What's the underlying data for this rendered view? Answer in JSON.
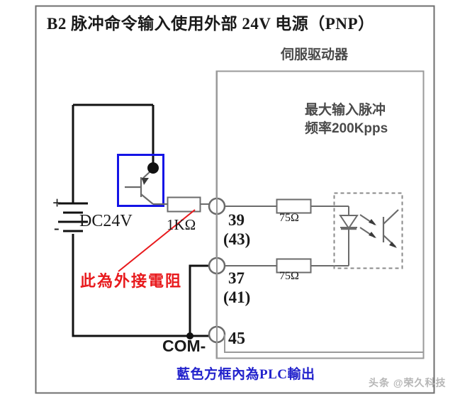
{
  "diagram": {
    "title": "B2  脉冲命令输入使用外部 24V 电源（PNP）",
    "servo_drive_label": "伺服驱动器",
    "max_pulse_line1": "最大输入脉冲",
    "max_pulse_line2": "频率200Kpps",
    "note_red": "此為外接電阻",
    "note_blue": "藍色方框內為PLC輸出",
    "watermark": "头条 @荣久科技"
  },
  "power_supply": {
    "label": "DC24V",
    "plus": "+",
    "minus": "-"
  },
  "resistors": {
    "external": "1KΩ",
    "internal_top": "75Ω",
    "internal_bottom": "75Ω"
  },
  "terminals": [
    {
      "number": "39",
      "alt": "(43)",
      "name": ""
    },
    {
      "number": "37",
      "alt": "(41)",
      "name": ""
    },
    {
      "number": "45",
      "alt": "",
      "name": "COM-"
    }
  ],
  "terminal_labels": {
    "t39": "39",
    "t43": "(43)",
    "t37": "37",
    "t41": "(41)",
    "t45": "45",
    "com": "COM-"
  },
  "colors": {
    "wire": "#111111",
    "internal_wire": "#7b7b7b",
    "plc_box": "#1414e6",
    "annotation_red": "#e8191c",
    "annotation_blue": "#2222cc",
    "frame": "#7a7a7a",
    "watermark": "#b6b6b6"
  },
  "icons": {
    "transistor": "pnp-transistor-icon",
    "optocoupler": "optocoupler-icon",
    "battery": "dc-battery-icon"
  }
}
